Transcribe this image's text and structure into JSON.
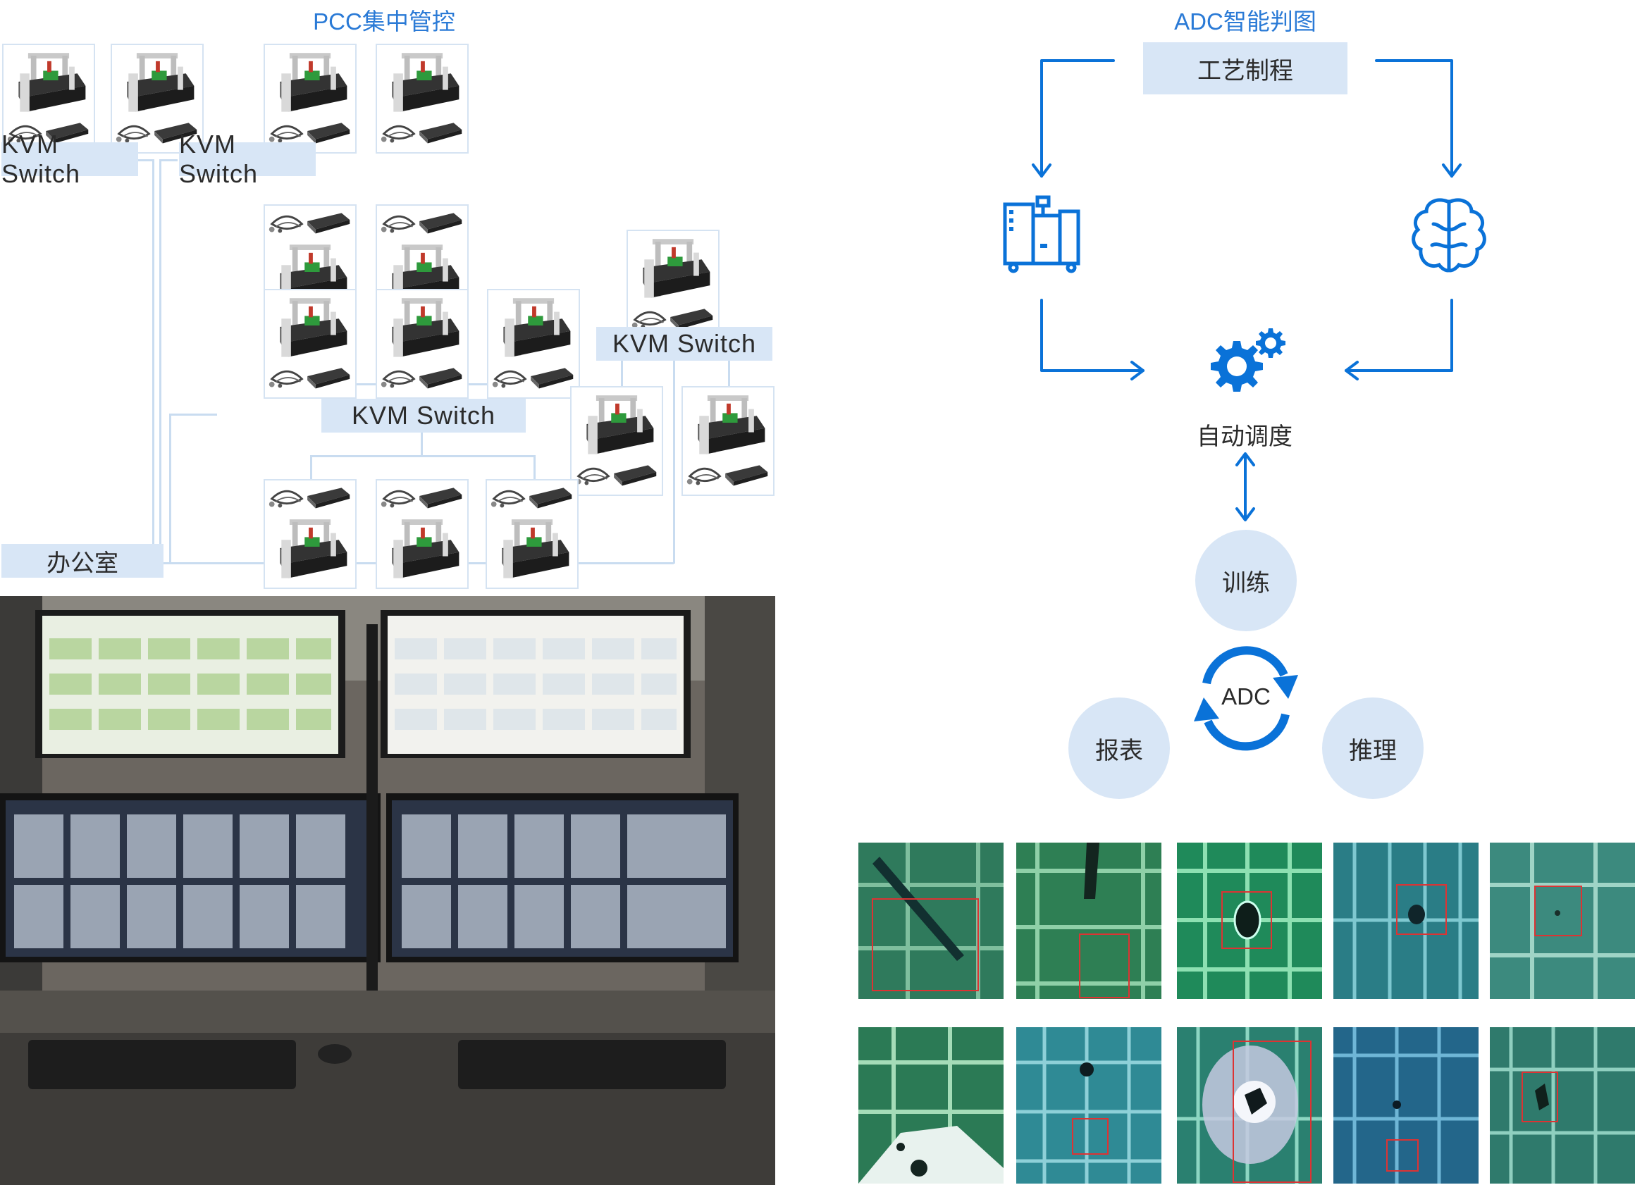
{
  "left": {
    "title": "PCC集中管控",
    "kvm_label": "KVM Switch",
    "office_label": "办公室"
  },
  "right": {
    "title": "ADC智能判图",
    "process_label": "工艺制程",
    "auto_schedule_label": "自动调度",
    "training_label": "训练",
    "report_label": "报表",
    "inference_label": "推理",
    "adc_cycle_label": "ADC"
  },
  "colors": {
    "accent_blue": "#0a72d8",
    "title_blue": "#2a7ad6",
    "box_fill": "#d8e6f6",
    "wire": "#c9dcf0"
  },
  "icons": [
    "equipment-icon",
    "brain-icon",
    "gears-icon",
    "refresh-cycle-icon",
    "arrow-icon"
  ]
}
